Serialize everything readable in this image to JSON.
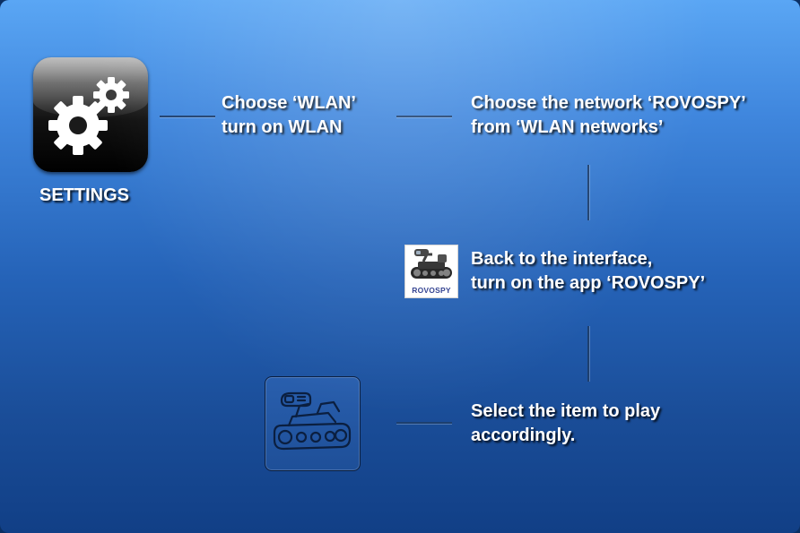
{
  "settings": {
    "icon": "gear-icon",
    "label": "SETTINGS"
  },
  "steps": {
    "wlan": {
      "line1": "Choose ‘WLAN’",
      "line2": "turn on WLAN"
    },
    "network": {
      "line1": "Choose  the network ‘ROVOSPY’",
      "line2": "from ‘WLAN networks’"
    },
    "app": {
      "line1": "Back to the interface,",
      "line2": "turn on the app ‘ROVOSPY’",
      "icon_label": "ROVOSPY"
    },
    "play": {
      "line1": "Select the item to play",
      "line2": "accordingly.",
      "icon": "robot-icon"
    }
  },
  "colors": {
    "background_top": "#5aa6f4",
    "background_bottom": "#113f86",
    "text": "#ffffff",
    "connector": "#1d3f6e"
  }
}
